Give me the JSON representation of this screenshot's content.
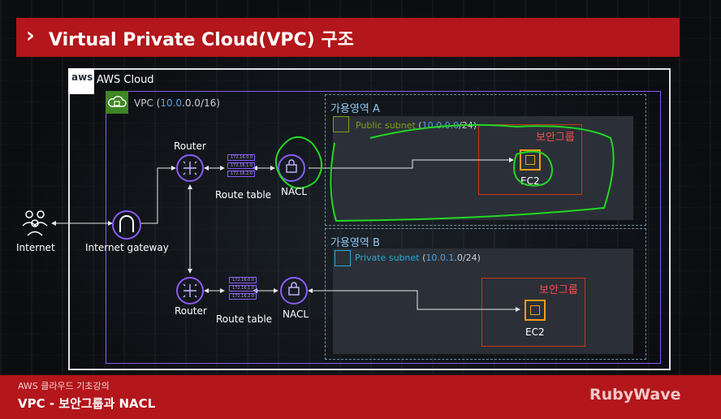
{
  "header": {
    "title": "Virtual Private Cloud(VPC) 구조",
    "chevron": "›"
  },
  "cloud": {
    "logo_text": "aws",
    "label": "AWS Cloud"
  },
  "vpc": {
    "label_prefix": "VPC (",
    "cidr": "10.0",
    "label_suffix": ".0.0/16)"
  },
  "internet": {
    "label": "Internet"
  },
  "igw": {
    "label": "Internet gateway"
  },
  "top_path": {
    "router_label": "Router",
    "route_table_label": "Route table",
    "route_rows": [
      "172.16.0.0",
      "172.16.1.0",
      "172.16.2.0"
    ],
    "nacl_label": "NACL"
  },
  "bottom_path": {
    "router_label": "Router",
    "route_table_label": "Route table",
    "route_rows": [
      "172.16.0.0",
      "172.16.1.0",
      "172.16.2.0"
    ],
    "nacl_label": "NACL"
  },
  "az_a": {
    "label": "가용영역 A",
    "subnet_label": "Public subnet",
    "subnet_cidr_open": "(",
    "subnet_cidr_blue": "10.0.0.0",
    "subnet_cidr_close": "/24)",
    "sg_label": "보안그룹",
    "ec2_label": "EC2"
  },
  "az_b": {
    "label": "가용영역 B",
    "subnet_label": "Private subnet",
    "subnet_cidr_open": "(",
    "subnet_cidr_blue": "10.0.1",
    "subnet_cidr_close": ".0/24)",
    "sg_label": "보안그룹",
    "ec2_label": "EC2"
  },
  "footer": {
    "course": "AWS 클라우드 기초강의",
    "lecture": "VPC - 보안그룹과 NACL",
    "brand": "RubyWave"
  },
  "colors": {
    "title_red": "#b3161b",
    "vpc_purple": "#8a5cf6",
    "sg_red": "#d13212",
    "ec2_orange": "#f49c1a",
    "annotation_green": "#22d822"
  }
}
